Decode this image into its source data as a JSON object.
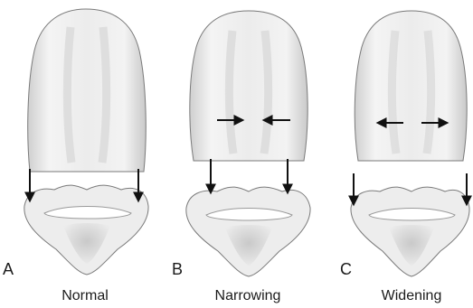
{
  "panels": [
    {
      "letter": "A",
      "caption": "Normal"
    },
    {
      "letter": "B",
      "caption": "Narrowing"
    },
    {
      "letter": "C",
      "caption": "Widening"
    }
  ],
  "colors": {
    "crown_fill": "#ebebeb",
    "crown_shadow": "#c4c4c4",
    "outline": "#6e6e6e",
    "arrow": "#111111",
    "text": "#1b1b1b"
  }
}
